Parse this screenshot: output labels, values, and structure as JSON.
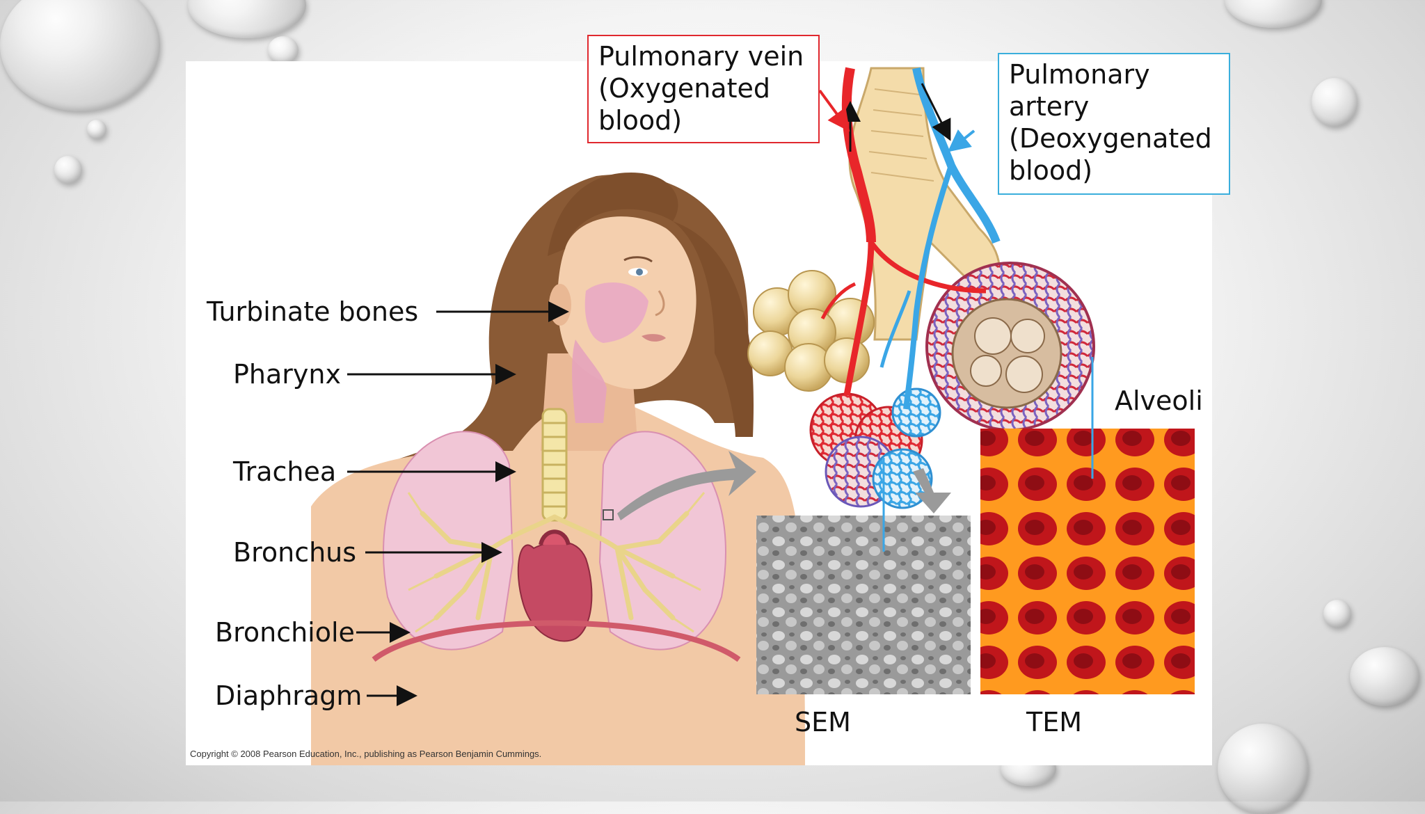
{
  "labels": {
    "turbinate": "Turbinate bones",
    "pharynx": "Pharynx",
    "trachea": "Trachea",
    "bronchus": "Bronchus",
    "bronchiole": "Bronchiole",
    "diaphragm": "Diaphragm",
    "alveoli": "Alveoli",
    "sem": "SEM",
    "tem": "TEM"
  },
  "callouts": {
    "vein_line1": "Pulmonary vein",
    "vein_line2": "(Oxygenated",
    "vein_line3": "blood)",
    "artery_line1": "Pulmonary",
    "artery_line2": "artery",
    "artery_line3": "(Deoxygenated",
    "artery_line4": "blood)"
  },
  "copyright": "Copyright © 2008 Pearson Education, Inc., publishing as Pearson Benjamin Cummings.",
  "colors": {
    "vein_box": "#e0282e",
    "artery_box": "#3aaedc",
    "oxygenated": "#e8262a",
    "deoxygenated": "#3aa6e6",
    "skin": "#f2c9a6",
    "hair": "#8a5a35",
    "lung": "#f1c6d6",
    "tem_base": "#b8141a",
    "tem_wall": "#ff9a1f"
  }
}
